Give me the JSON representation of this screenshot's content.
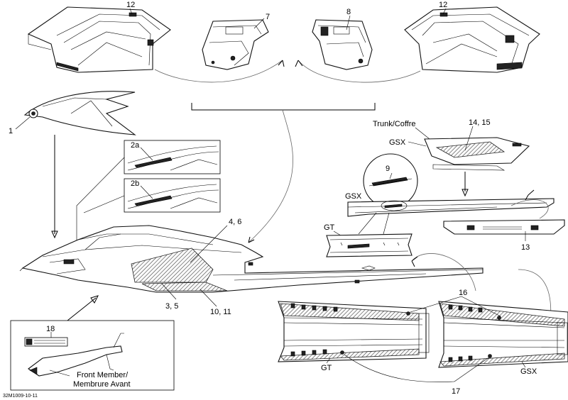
{
  "callouts": {
    "c1": "1",
    "c2a": "2a",
    "c2b": "2b",
    "c3_5": "3, 5",
    "c4_6": "4, 6",
    "c7": "7",
    "c8": "8",
    "c9": "9",
    "c10_11": "10, 11",
    "c12_left": "12",
    "c12_right": "12",
    "c13": "13",
    "c14_15": "14, 15",
    "c16": "16",
    "c17": "17",
    "c18": "18"
  },
  "text_labels": {
    "trunk": "Trunk/Coffre",
    "gsx_trunk": "GSX",
    "gsx_tunnel": "GSX",
    "gt_tunnel": "GT",
    "gt_bottom": "GT",
    "gsx_bottom": "GSX",
    "front_member_line1": "Front Member/",
    "front_member_line2": "Membrure Avant"
  },
  "figure_code": "32M1009-10-11",
  "colors": {
    "line": "#000000",
    "background": "#ffffff"
  }
}
